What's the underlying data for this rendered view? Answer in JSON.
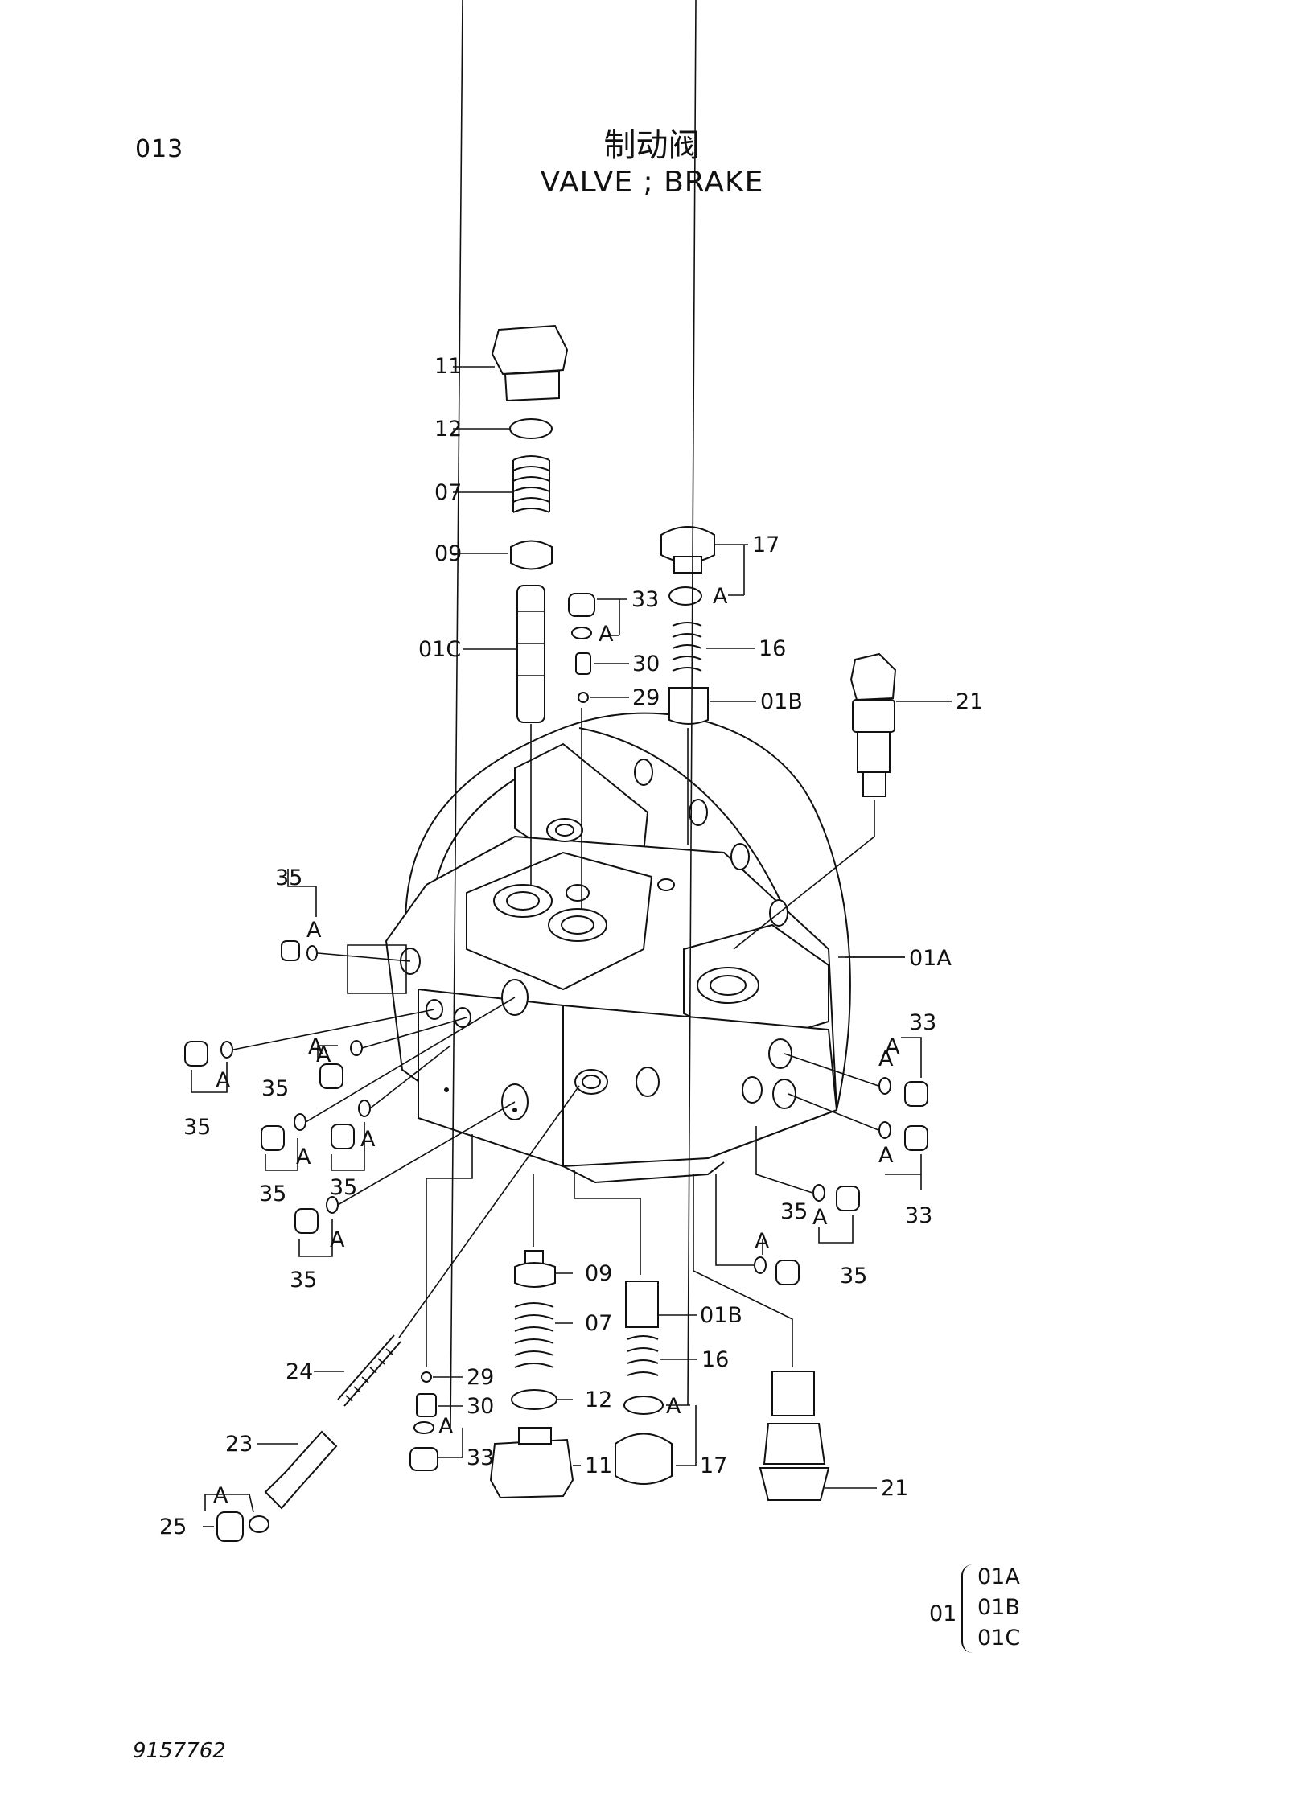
{
  "header": {
    "page_number": "013",
    "title_cn": "制动阀",
    "title_en": "VALVE ; BRAKE"
  },
  "callouts": [
    {
      "id": "c11a",
      "text": "11"
    },
    {
      "id": "c12a",
      "text": "12"
    },
    {
      "id": "c07a",
      "text": "07"
    },
    {
      "id": "c09a",
      "text": "09"
    },
    {
      "id": "c01c",
      "text": "01C"
    },
    {
      "id": "c17a",
      "text": "17"
    },
    {
      "id": "c33a",
      "text": "33"
    },
    {
      "id": "c30a",
      "text": "30"
    },
    {
      "id": "c29a",
      "text": "29"
    },
    {
      "id": "c16a",
      "text": "16"
    },
    {
      "id": "c01ba",
      "text": "01B"
    },
    {
      "id": "c21a",
      "text": "21"
    },
    {
      "id": "c01a",
      "text": "01A"
    },
    {
      "id": "c35a",
      "text": "35"
    },
    {
      "id": "c35b",
      "text": "35"
    },
    {
      "id": "c35c",
      "text": "35"
    },
    {
      "id": "c35d",
      "text": "35"
    },
    {
      "id": "c35e",
      "text": "35"
    },
    {
      "id": "c35f",
      "text": "35"
    },
    {
      "id": "c35g",
      "text": "35"
    },
    {
      "id": "c35h",
      "text": "35"
    },
    {
      "id": "c33b",
      "text": "33"
    },
    {
      "id": "c33c",
      "text": "33"
    },
    {
      "id": "c09b",
      "text": "09"
    },
    {
      "id": "c07b",
      "text": "07"
    },
    {
      "id": "c01bb",
      "text": "01B"
    },
    {
      "id": "c16b",
      "text": "16"
    },
    {
      "id": "c29b",
      "text": "29"
    },
    {
      "id": "c30b",
      "text": "30"
    },
    {
      "id": "c12b",
      "text": "12"
    },
    {
      "id": "c11b",
      "text": "11"
    },
    {
      "id": "c17b",
      "text": "17"
    },
    {
      "id": "c33d",
      "text": "33"
    },
    {
      "id": "c24",
      "text": "24"
    },
    {
      "id": "c23",
      "text": "23"
    },
    {
      "id": "c25",
      "text": "25"
    },
    {
      "id": "c21b",
      "text": "21"
    }
  ],
  "assembly_marks": [
    {
      "id": "a1",
      "text": "A"
    },
    {
      "id": "a2",
      "text": "A"
    },
    {
      "id": "a3",
      "text": "A"
    },
    {
      "id": "a4",
      "text": "A"
    },
    {
      "id": "a5",
      "text": "A"
    },
    {
      "id": "a6",
      "text": "A"
    },
    {
      "id": "a7",
      "text": "A"
    },
    {
      "id": "a8",
      "text": "A"
    },
    {
      "id": "a9",
      "text": "A"
    },
    {
      "id": "a10",
      "text": "A"
    },
    {
      "id": "a11",
      "text": "A"
    },
    {
      "id": "a12",
      "text": "A"
    },
    {
      "id": "a13",
      "text": "A"
    },
    {
      "id": "a14",
      "text": "A"
    },
    {
      "id": "a15",
      "text": "A"
    },
    {
      "id": "a16",
      "text": "A"
    },
    {
      "id": "a17",
      "text": "A"
    }
  ],
  "legend": {
    "assembly": "01",
    "components": [
      "01A",
      "01B",
      "01C"
    ]
  },
  "footer": {
    "document_number": "9157762"
  }
}
